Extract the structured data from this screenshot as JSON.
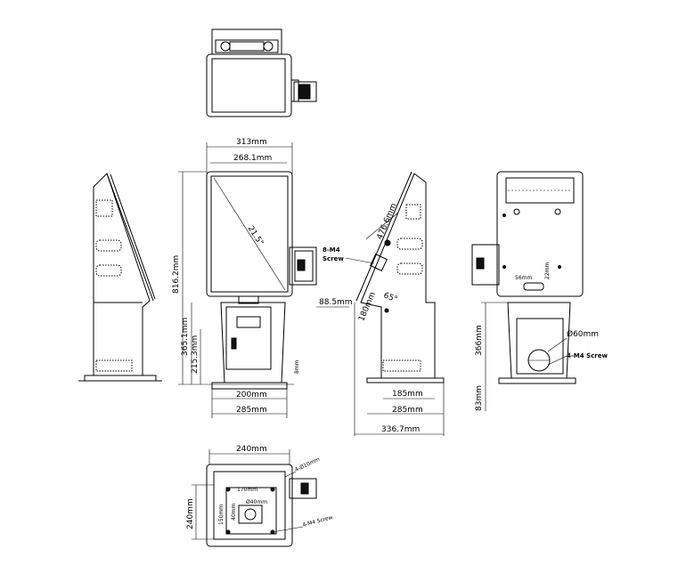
{
  "labels": {
    "top_width": "313mm",
    "screen_width": "268.1mm",
    "screen_diag": "21.5\"",
    "total_height": "816.2mm",
    "lower_height": "365.1mm",
    "cabinet_height": "215.3mm",
    "base_thickness": "8mm",
    "base_inner": "200mm",
    "base_outer": "285mm",
    "printer_offset": "88.5mm",
    "screw_note_line1": "8-M4",
    "screw_note_line2": "Screw",
    "side_screen_len": "476.6mm",
    "side_lower": "180mm",
    "tilt_angle": "65°",
    "side_base_inner": "185mm",
    "side_base_outer": "285mm",
    "side_depth": "336.7mm",
    "rear_height": "366mm",
    "rear_base": "83mm",
    "hole_diam": "Ø60mm",
    "rear_screw_note": "4-M4 Screw",
    "rear_slot_w": "56mm",
    "rear_slot_h": "22mm",
    "bottom_width": "240mm",
    "bottom_depth": "240mm",
    "bottom_inner": "170mm",
    "bottom_inner_h": "150mm",
    "bottom_corner": "4-Ø10mm",
    "bottom_hole": "Ø40mm",
    "bottom_small": "40mm",
    "bottom_screw": "4-M4 Screw"
  }
}
